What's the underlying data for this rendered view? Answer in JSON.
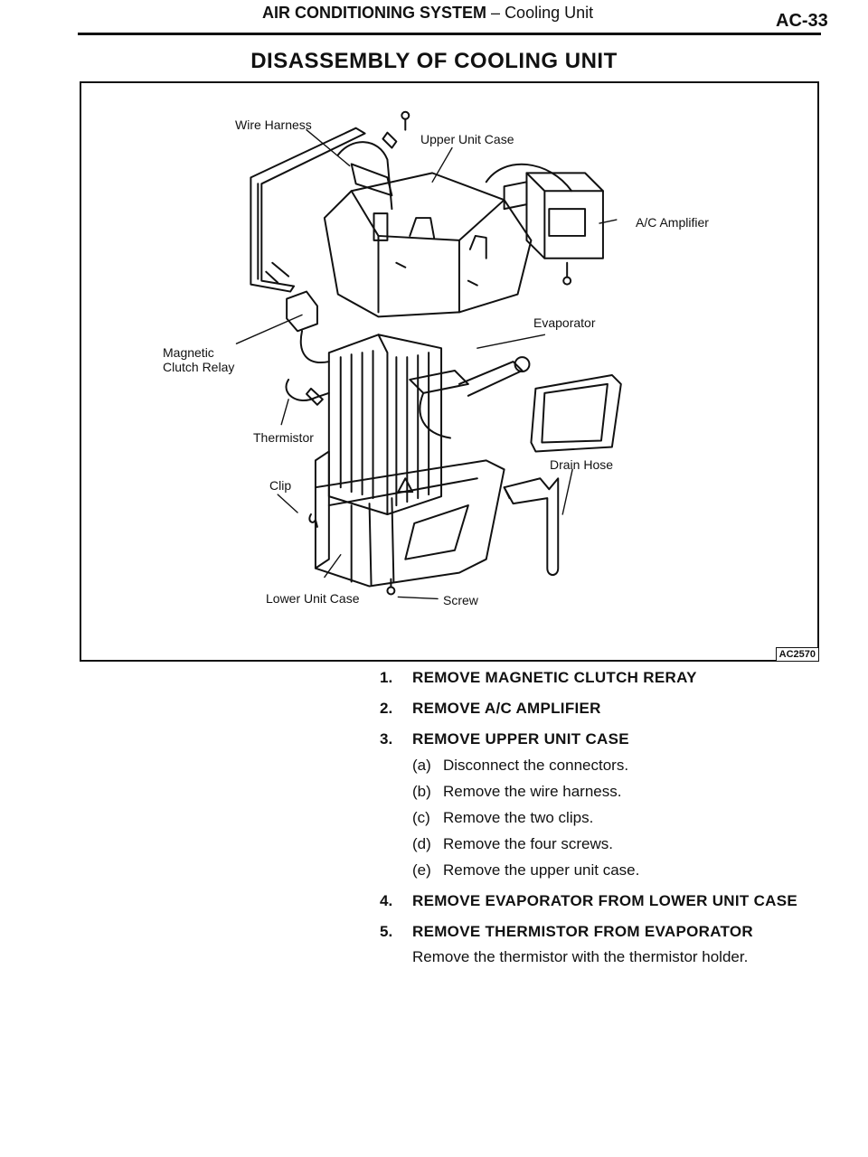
{
  "header": {
    "section_title": "AIR CONDITIONING SYSTEM",
    "separator": "–",
    "subsection": "Cooling Unit",
    "page_number": "AC-33"
  },
  "page_title": "DISASSEMBLY OF COOLING UNIT",
  "figure": {
    "callouts": {
      "wire_harness": "Wire Harness",
      "upper_unit_case": "Upper Unit Case",
      "ac_amplifier": "A/C Amplifier",
      "magnetic": "Magnetic",
      "clutch_relay": "Clutch Relay",
      "evaporator": "Evaporator",
      "thermistor": "Thermistor",
      "drain_hose": "Drain Hose",
      "clip": "Clip",
      "lower_unit_case": "Lower Unit Case",
      "screw": "Screw"
    },
    "figure_code": "AC2570"
  },
  "steps": [
    {
      "num": "1.",
      "title": "REMOVE MAGNETIC CLUTCH RERAY"
    },
    {
      "num": "2.",
      "title": "REMOVE A/C AMPLIFIER"
    },
    {
      "num": "3.",
      "title": "REMOVE UPPER UNIT CASE",
      "substeps": [
        {
          "letter": "(a)",
          "text": "Disconnect the connectors."
        },
        {
          "letter": "(b)",
          "text": "Remove the wire harness."
        },
        {
          "letter": "(c)",
          "text": "Remove the two clips."
        },
        {
          "letter": "(d)",
          "text": "Remove the four screws."
        },
        {
          "letter": "(e)",
          "text": "Remove the upper unit case."
        }
      ]
    },
    {
      "num": "4.",
      "title": "REMOVE EVAPORATOR FROM LOWER UNIT CASE"
    },
    {
      "num": "5.",
      "title": "REMOVE THERMISTOR FROM EVAPORATOR",
      "note": "Remove the thermistor with the thermistor holder."
    }
  ]
}
